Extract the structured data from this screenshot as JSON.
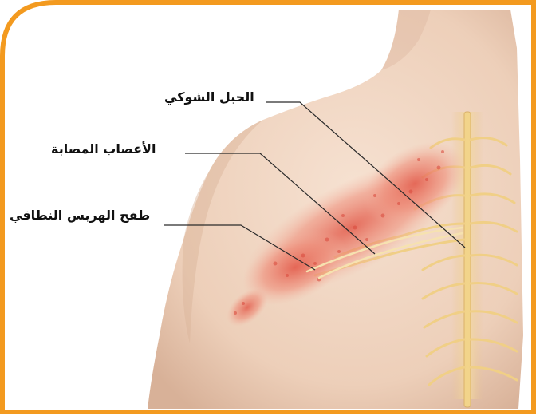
{
  "labels": {
    "spinal_cord": "الحبل الشوكي",
    "affected_nerves": "الأعصاب المصابة",
    "shingles_rash": "طفح الهربس النطاقي"
  },
  "colors": {
    "frame_orange": "#f39a1f",
    "skin": "#f1d7c3",
    "skin_shadow": "#d9b39a",
    "rash": "#e8776a",
    "nerve": "#f2d48a",
    "leader_line": "#2a2a2a"
  }
}
